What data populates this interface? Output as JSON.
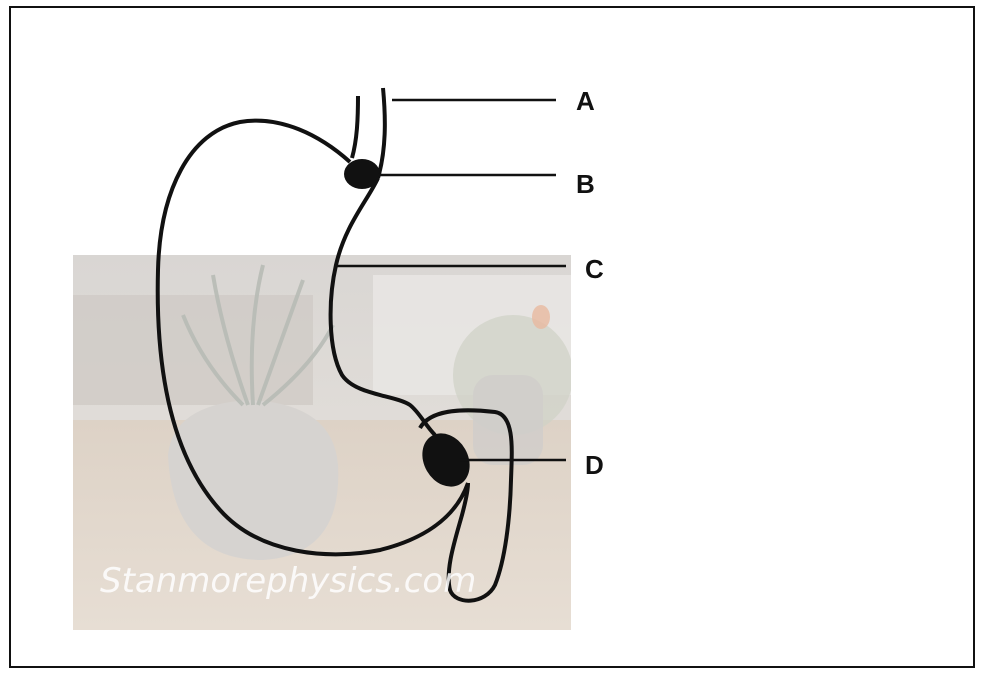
{
  "labels": {
    "a": "A",
    "b": "B",
    "c": "C",
    "d": "D"
  },
  "watermark": "Stanmorephysics.com",
  "colors": {
    "outline": "#111111",
    "background": "#ffffff",
    "photo_tint": "#e6e1dc"
  }
}
